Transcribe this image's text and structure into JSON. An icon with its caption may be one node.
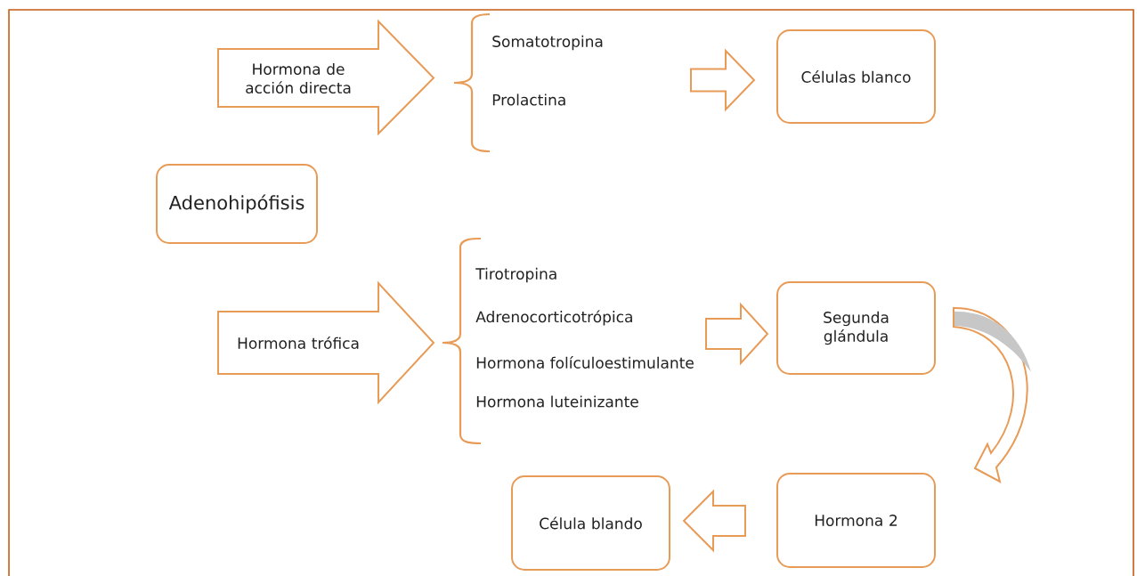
{
  "diagram": {
    "nodes": [
      {
        "text": [
          "Hormona de acción directa"
        ]
      },
      {
        "text": [
          "Células blanco"
        ]
      },
      {
        "text": [
          "Adenohipófisis"
        ]
      },
      {
        "text": [
          "Hormona trófica"
        ]
      },
      {
        "text": [
          "Segunda glándula"
        ]
      },
      {
        "text": [
          "Célula blando"
        ]
      },
      {
        "text": [
          "Hormona 2"
        ]
      }
    ],
    "edges": [
      {
        "from": null,
        "to": 1,
        "arrow": "to"
      },
      {
        "from": null,
        "to": 4,
        "arrow": "to"
      },
      {
        "from": 4,
        "to": 6,
        "arrow": "to"
      },
      {
        "from": 6,
        "to": 5,
        "arrow": "to"
      }
    ],
    "labels": [
      "Somatotropina",
      "Prolactina",
      "Tirotropina",
      "Adrenocorticotrópica",
      "Hormona folículoestimulante",
      "Hormona luteinizante"
    ]
  }
}
